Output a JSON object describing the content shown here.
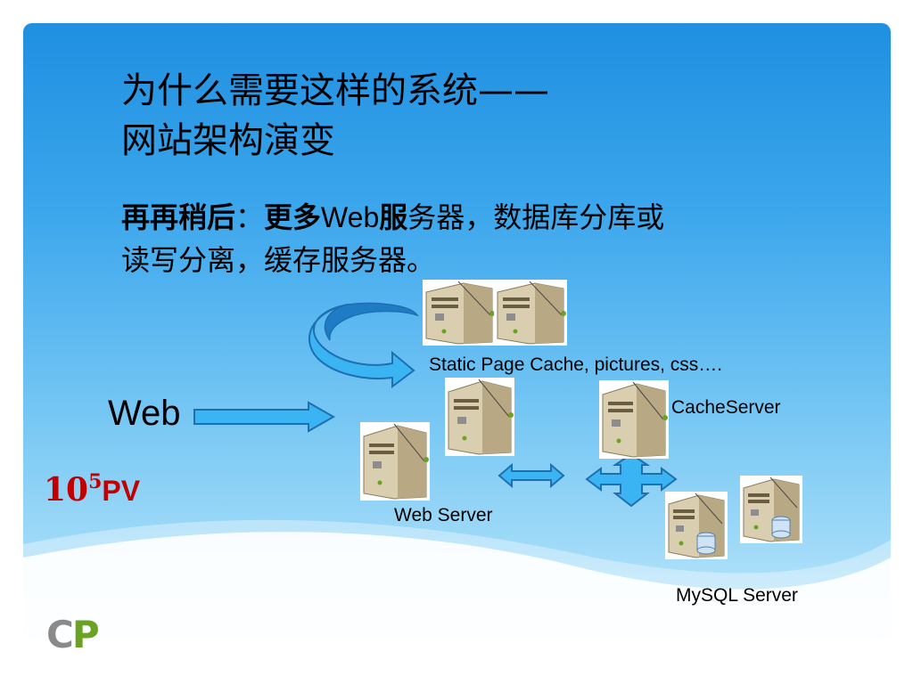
{
  "slide": {
    "title_line1": "为什么需要这样的系统——",
    "title_line2": "网站架构演变",
    "subtitle_bold1": "再再稍后",
    "subtitle_colon": "：",
    "subtitle_bold2": "更多",
    "subtitle_web": "Web",
    "subtitle_bold3": "服",
    "subtitle_rest1": "务器，数据库分库或",
    "subtitle_rest2": "读写分离，缓存服务器。"
  },
  "diagram": {
    "web_label": "Web",
    "pv_base": "10",
    "pv_exp": "5",
    "pv_suffix": "PV",
    "static_cache_label": "Static Page Cache, pictures, css….",
    "cache_server_label": "CacheServer",
    "web_server_label": "Web Server",
    "mysql_server_label": "MySQL Server"
  },
  "logo": {
    "c": "C",
    "p": "P"
  },
  "colors": {
    "pv_red": "#c00000",
    "arrow_fill": "#3ab4f2",
    "arrow_stroke": "#1f6fb0",
    "logo_gray": "#8a8a8a",
    "logo_green": "#6aa321"
  }
}
